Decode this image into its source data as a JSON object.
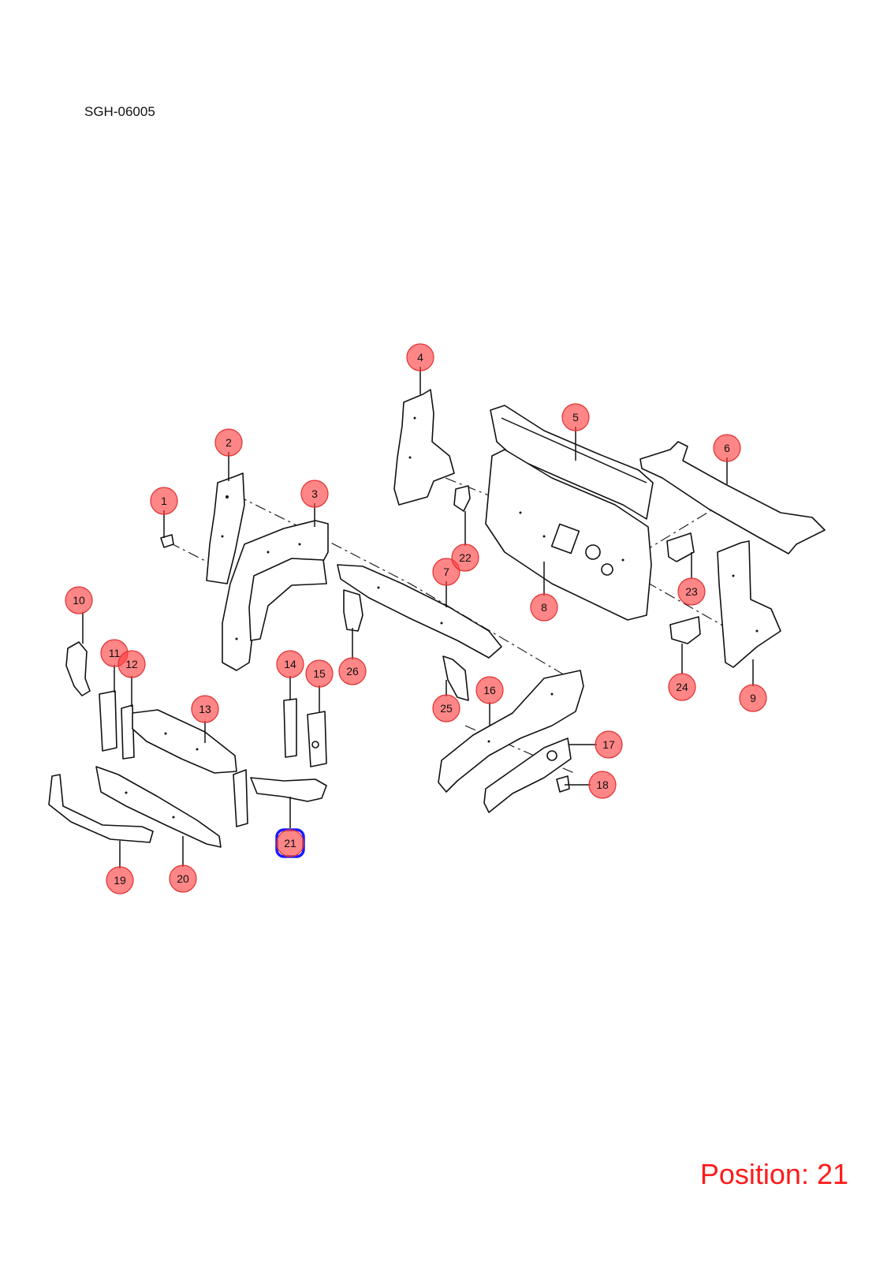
{
  "diagram_code": "SGH-06005",
  "position_label": "Position: 21",
  "selected_callout": "21",
  "colors": {
    "callout_fill": "#ff5050",
    "selection_outline": "#1a1aff",
    "position_text": "#ff1a1a"
  },
  "callouts": [
    "1",
    "2",
    "3",
    "4",
    "5",
    "6",
    "7",
    "8",
    "9",
    "10",
    "11",
    "12",
    "13",
    "14",
    "15",
    "16",
    "17",
    "18",
    "19",
    "20",
    "21",
    "22",
    "23",
    "24",
    "25",
    "26"
  ]
}
